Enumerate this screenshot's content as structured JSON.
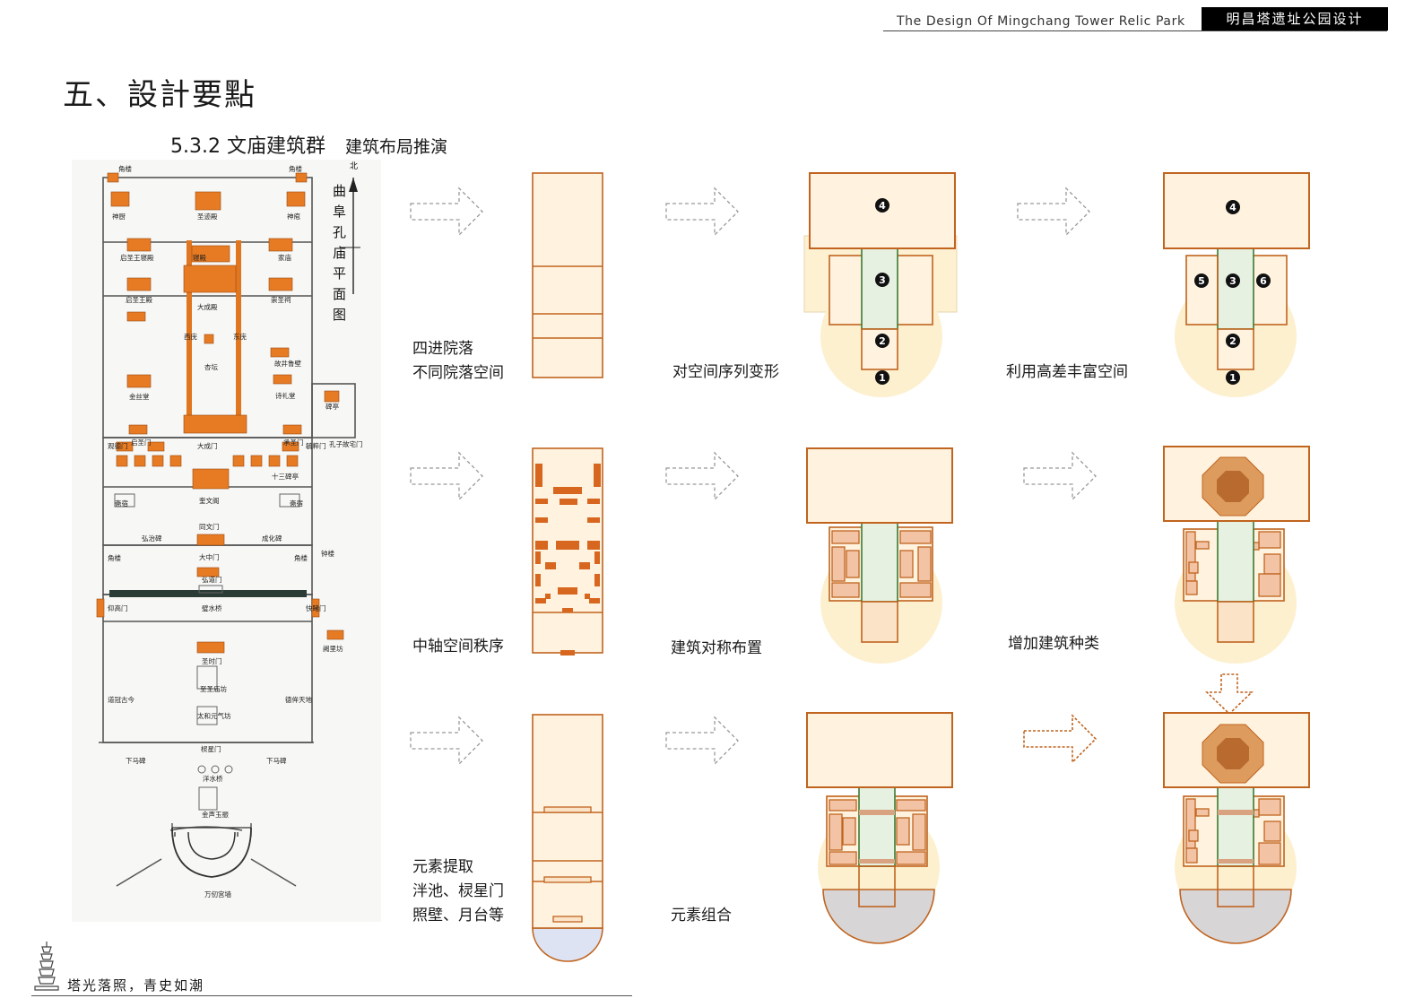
{
  "header": {
    "english_title": "The Design Of Mingchang Tower Relic Park",
    "chinese_title": "明昌塔遗址公园设计"
  },
  "section": {
    "title": "五、設計要點",
    "number": "5.3.2 文庙建筑群",
    "subtitle": "建筑布局推演"
  },
  "plan": {
    "north": "北",
    "vertical_title": "曲阜孔庙平面图",
    "labels": [
      "角楼",
      "角楼",
      "神厨",
      "圣迹殿",
      "神庖",
      "启圣王寝殿",
      "寝殿",
      "家庙",
      "启圣王殿",
      "大成殿",
      "崇圣祠",
      "西庑",
      "东庑",
      "杏坛",
      "故井鲁壁",
      "金丝堂",
      "诗礼堂",
      "碑亭",
      "启圣门",
      "大成门",
      "承圣门",
      "观德门",
      "毓粹门",
      "孔子故宅门",
      "十三碑亭",
      "奎文阁",
      "斋宿",
      "斋宿",
      "同文门",
      "弘治碑",
      "成化碑",
      "角楼",
      "大中门",
      "角楼",
      "钟楼",
      "弘道门",
      "璧水桥",
      "仰高门",
      "快睹门",
      "阙里坊",
      "圣时门",
      "至圣庙坊",
      "太和元气坊",
      "道冠古今",
      "德侔天地",
      "棂星门",
      "下马碑",
      "下马碑",
      "洋水桥",
      "金声玉振",
      "万仞宫墙"
    ]
  },
  "captions": {
    "c1": "四进院落\n不同院落空间",
    "c2": "对空间序列变形",
    "c3": "利用高差丰富空间",
    "c4": "中轴空间秩序",
    "c5": "建筑对称布置",
    "c6": "增加建筑种类",
    "c7": "元素提取\n泮池、棂星门\n照壁、月台等",
    "c8": "元素组合"
  },
  "markers": [
    "4",
    "3",
    "2",
    "1",
    "4",
    "5",
    "3",
    "6",
    "2",
    "1"
  ],
  "footer": "塔光落照，青史如潮",
  "colors": {
    "outline": "#c0641f",
    "fill_light": "#fff3df",
    "fill_semi": "#fdf0cf",
    "fill_axis": "#e6f1e2",
    "axis_border": "#3d7a32",
    "building": "#d7661e",
    "fill_pink": "#f3c3a6",
    "octagon_outer": "#dd9c5e",
    "octagon_inner": "#b86a2f",
    "water": "#cfcfd6",
    "plaza": "#f4d3a8"
  }
}
